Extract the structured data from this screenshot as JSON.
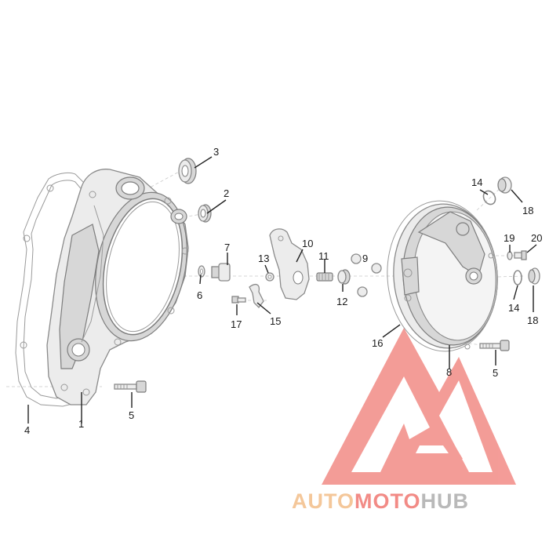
{
  "diagram": {
    "callouts": [
      "1",
      "2",
      "3",
      "4",
      "5",
      "5",
      "6",
      "7",
      "8",
      "9",
      "10",
      "11",
      "12",
      "13",
      "14",
      "14",
      "15",
      "16",
      "17",
      "18",
      "18",
      "19",
      "20"
    ]
  },
  "watermark": {
    "part1": "AUTO",
    "part2": "MOTO",
    "part3": "HUB",
    "colors": {
      "auto": "#f4c79a",
      "moto": "#f28b86",
      "hub": "#b9b9b9",
      "logo": "#f28b86"
    }
  }
}
